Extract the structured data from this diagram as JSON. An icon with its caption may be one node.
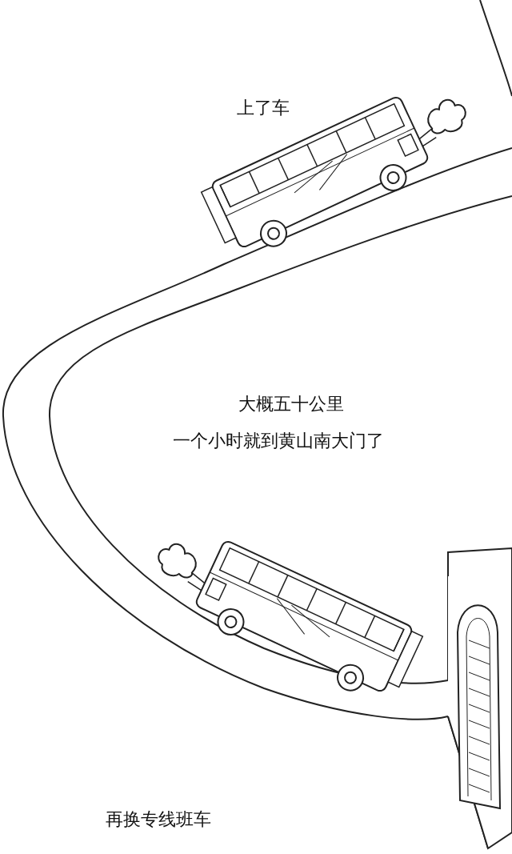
{
  "diagram": {
    "labels": [
      "上了车",
      "大概五十公里",
      "一个小时就到黄山南大门了",
      "再换专线班车"
    ]
  }
}
